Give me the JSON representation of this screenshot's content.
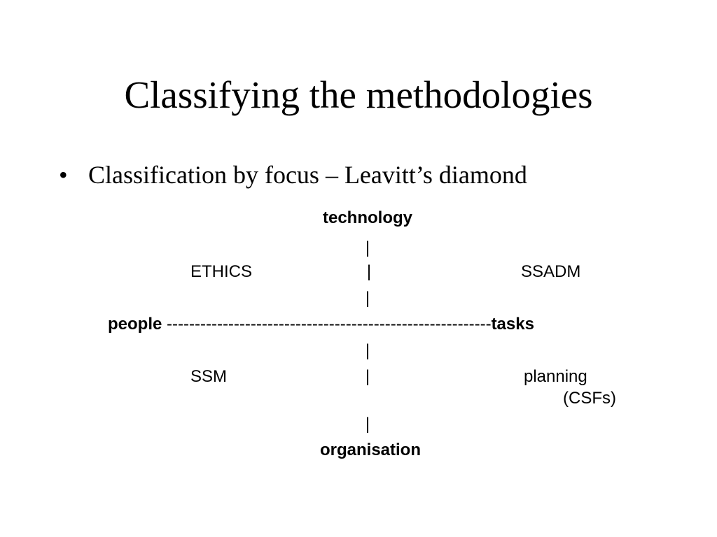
{
  "slide": {
    "title": "Classifying the methodologies",
    "bullet_symbol": "•",
    "bullet_text": "Classification by focus – Leavitt’s diamond"
  },
  "diagram": {
    "top_node": "technology",
    "bottom_node": "organisation",
    "left_node": "people",
    "right_node": "tasks",
    "axis_line": "----------------------------------------------------------",
    "vertical_bar": "|",
    "quadrants": {
      "upper_left": "ETHICS",
      "upper_right": "SSADM",
      "lower_left": "SSM",
      "lower_right_line1": "planning",
      "lower_right_line2": "(CSFs)"
    }
  }
}
